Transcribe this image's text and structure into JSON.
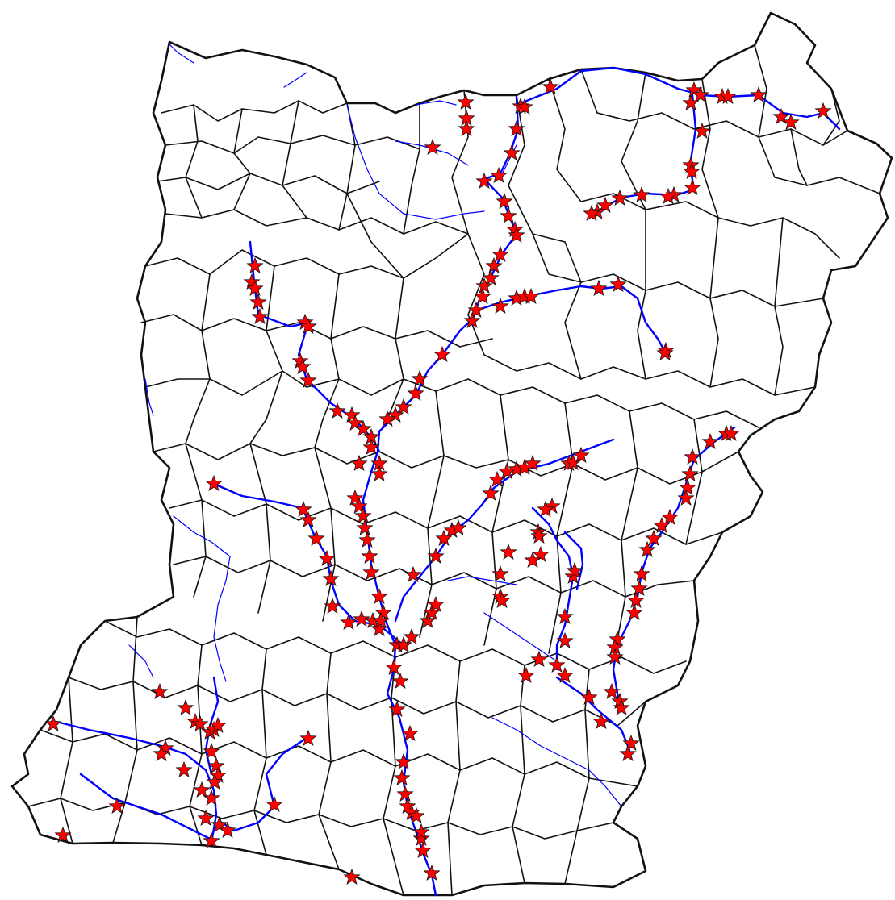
{
  "map": {
    "colors": {
      "background": "#ffffff",
      "boundary": "#111111",
      "river": "#0000ff",
      "station": "#ff0000",
      "station_outline": "#111111"
    },
    "layers": [
      "commune-boundaries",
      "rivers",
      "stations"
    ],
    "marker_icon": "star-icon"
  }
}
